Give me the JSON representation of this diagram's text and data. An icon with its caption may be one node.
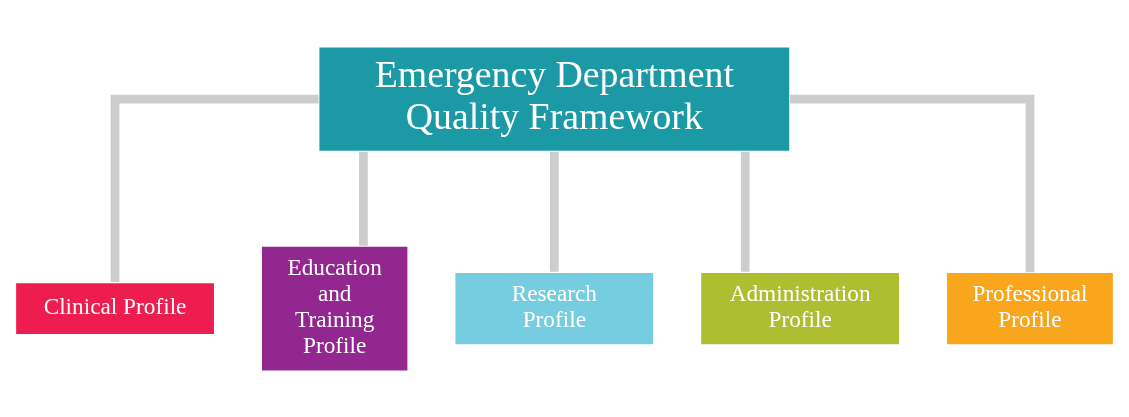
{
  "diagram": {
    "nodes": [
      {
        "text": [
          "Emergency Department Quality Framework"
        ]
      },
      {
        "text": [
          "Clinical Profile"
        ]
      },
      {
        "text": [
          "Education and Training Profile"
        ]
      },
      {
        "text": [
          "Research Profile"
        ]
      },
      {
        "text": [
          "Administration Profile"
        ]
      },
      {
        "text": [
          "Professional Profile"
        ]
      }
    ],
    "edges": [
      {
        "from": 0,
        "to": 1,
        "arrow": "none"
      },
      {
        "from": 0,
        "to": 2,
        "arrow": "none"
      },
      {
        "from": 0,
        "to": 3,
        "arrow": "none"
      },
      {
        "from": 0,
        "to": 4,
        "arrow": "none"
      },
      {
        "from": 0,
        "to": 5,
        "arrow": "none"
      }
    ]
  }
}
